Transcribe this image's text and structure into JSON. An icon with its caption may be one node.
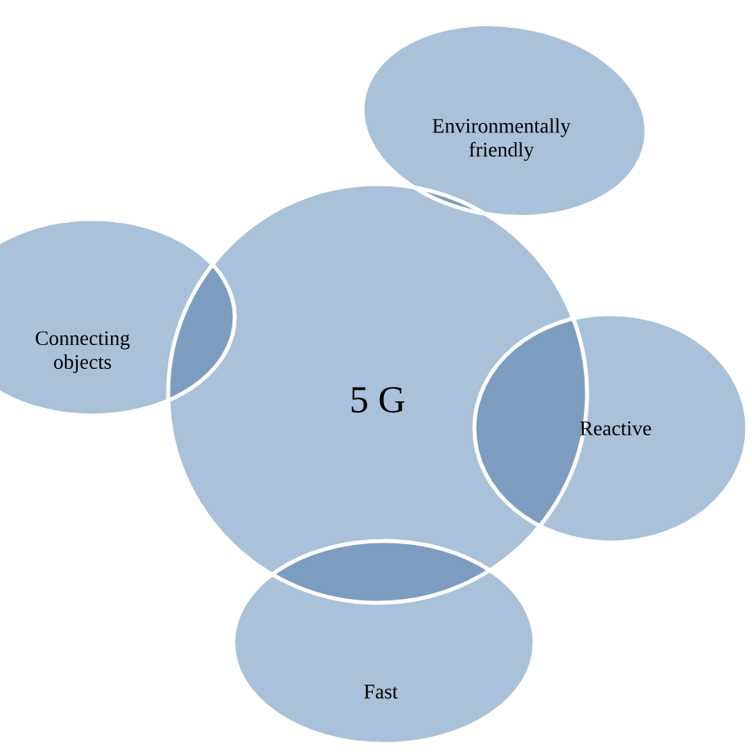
{
  "diagram": {
    "nodes": [
      {
        "text": [
          "5 G"
        ]
      },
      {
        "text": [
          "Environmentally friendly"
        ]
      },
      {
        "text": [
          "Connecting objects"
        ]
      },
      {
        "text": [
          "Reactive"
        ]
      },
      {
        "text": [
          "Fast"
        ]
      }
    ]
  }
}
